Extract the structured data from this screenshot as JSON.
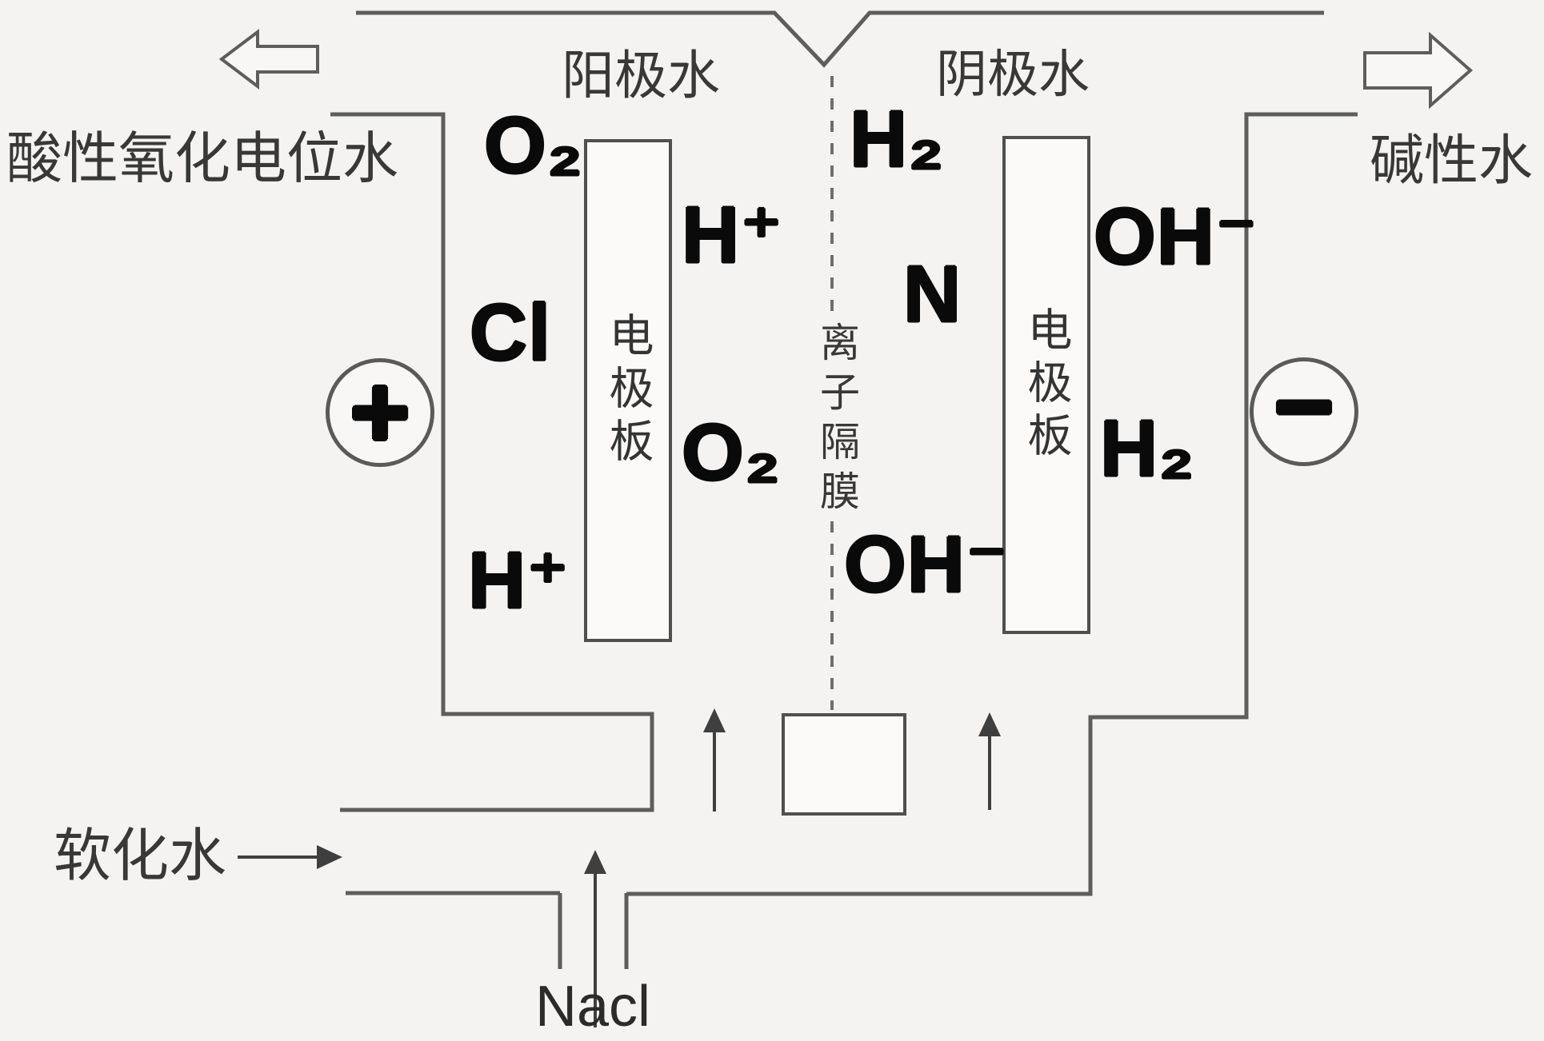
{
  "canvas": {
    "background": "#f4f3f1",
    "line_color": "#5d5d5d",
    "species_color": "#0a0a0a",
    "label_color": "#383838"
  },
  "labels": {
    "acidic_water": "酸性氧化电位水",
    "alkaline_water": "碱性水",
    "anode_water": "阳极水",
    "cathode_water": "阴极水",
    "softened_water": "软化水",
    "nacl": "Nacl",
    "membrane": "离子隔膜",
    "electrode_plate_left": "电极板",
    "electrode_plate_right": "电极板"
  },
  "terminals": {
    "positive": "+",
    "negative": "−"
  },
  "species": {
    "anode_o2_top": "O₂",
    "anode_h_plus_upper": "H⁺",
    "anode_cl": "Cl",
    "anode_o2_mid": "O₂",
    "anode_h_plus_lower": "H⁺",
    "cathode_h2_top": "H₂",
    "cathode_n": "N",
    "cathode_oh_upper": "OH⁻",
    "cathode_h2_mid": "H₂",
    "cathode_oh_lower": "OH⁻"
  },
  "icons": {
    "outflow_left_arrow": "⇦",
    "outflow_right_arrow": "⇨",
    "inflow_right_arrow": "→",
    "flow_up_arrow": "↑"
  }
}
